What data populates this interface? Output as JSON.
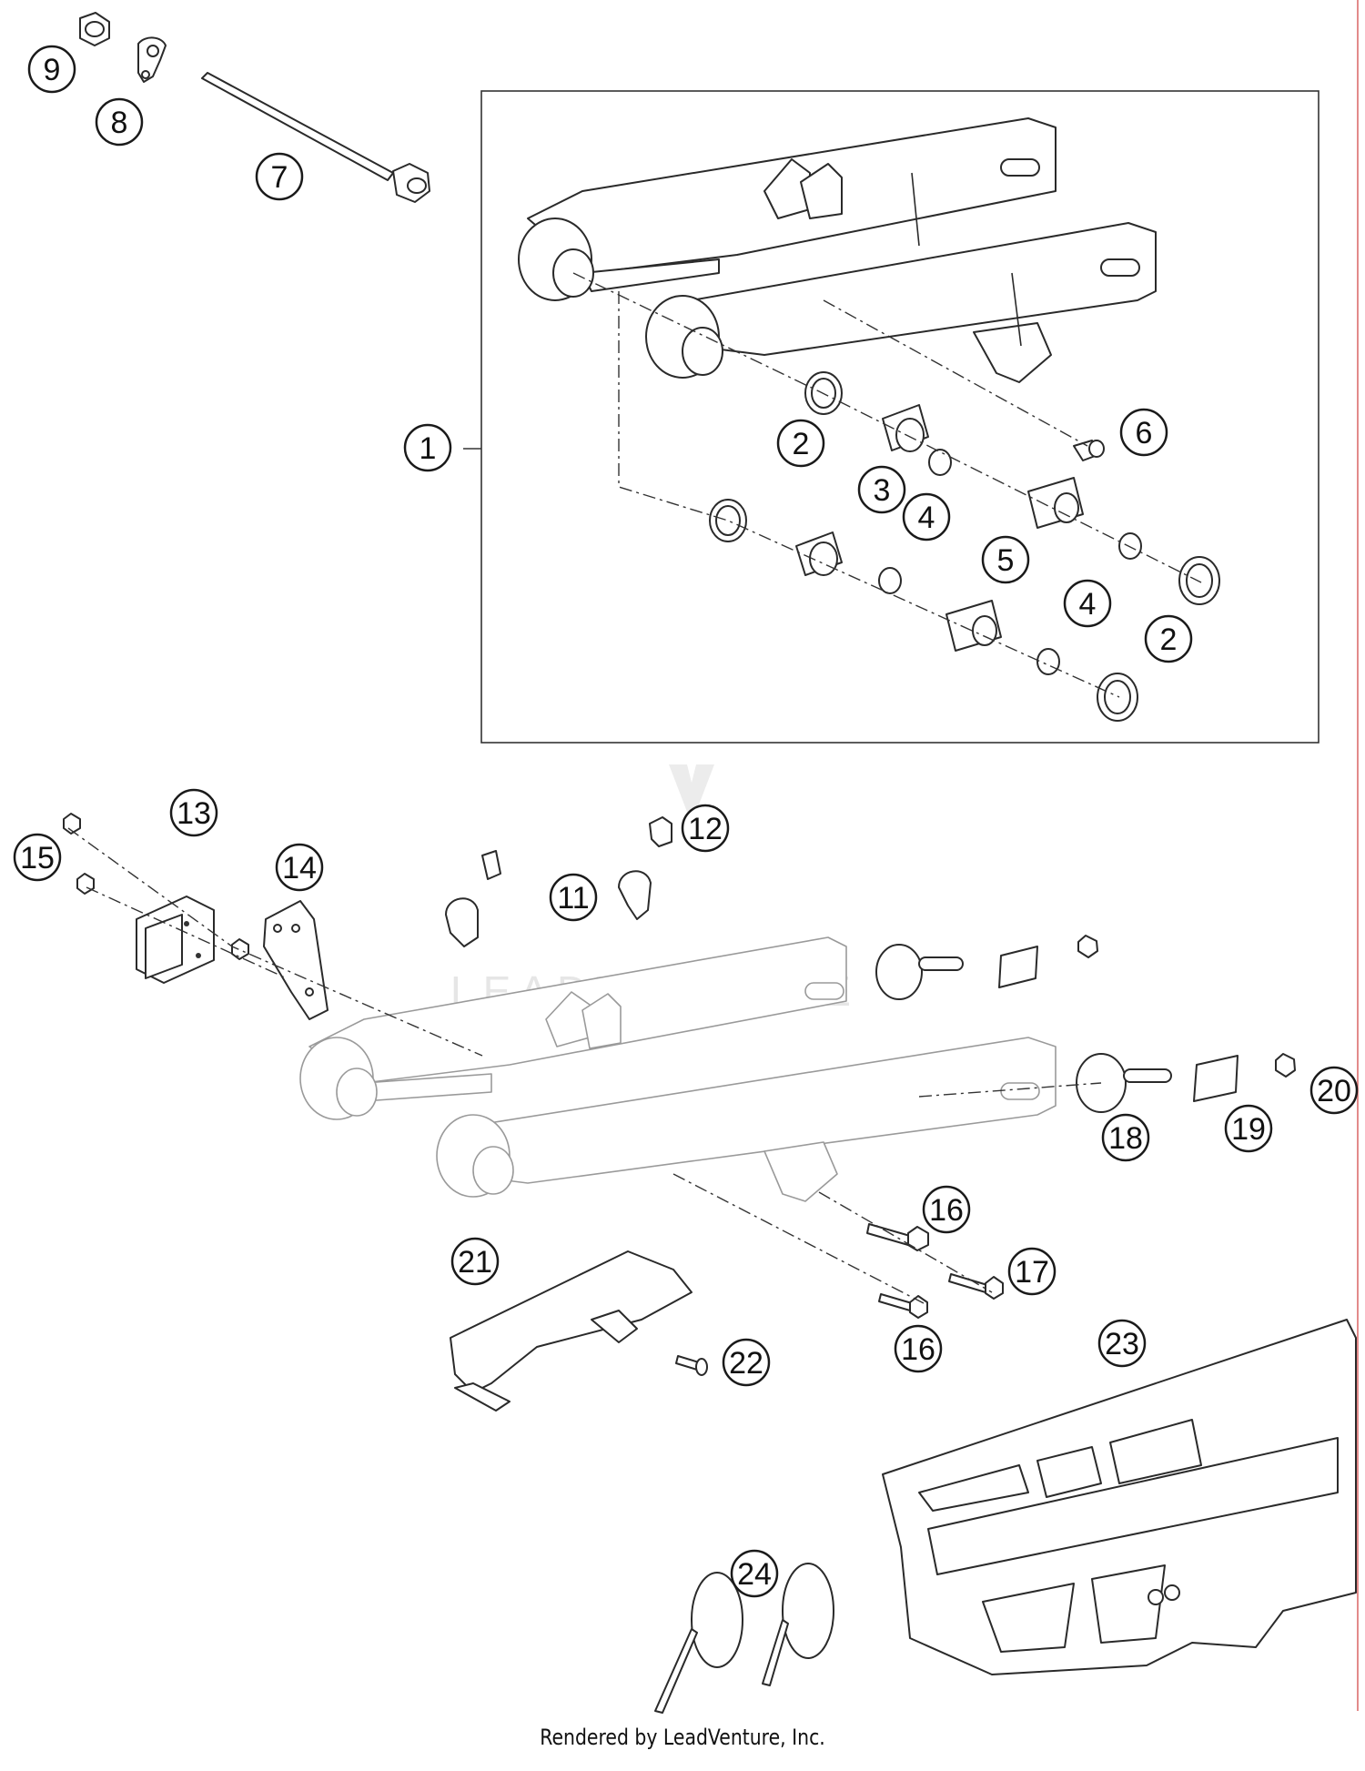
{
  "diagram": {
    "callouts": [
      {
        "id": "c9",
        "label": "9"
      },
      {
        "id": "c8",
        "label": "8"
      },
      {
        "id": "c7",
        "label": "7"
      },
      {
        "id": "c1",
        "label": "1"
      },
      {
        "id": "c6",
        "label": "6"
      },
      {
        "id": "c2a",
        "label": "2"
      },
      {
        "id": "c3",
        "label": "3"
      },
      {
        "id": "c4a",
        "label": "4"
      },
      {
        "id": "c5",
        "label": "5"
      },
      {
        "id": "c4b",
        "label": "4"
      },
      {
        "id": "c2b",
        "label": "2"
      },
      {
        "id": "c13",
        "label": "13"
      },
      {
        "id": "c15",
        "label": "15"
      },
      {
        "id": "c14",
        "label": "14"
      },
      {
        "id": "c12",
        "label": "12"
      },
      {
        "id": "c11",
        "label": "11"
      },
      {
        "id": "c20",
        "label": "20"
      },
      {
        "id": "c18",
        "label": "18"
      },
      {
        "id": "c19",
        "label": "19"
      },
      {
        "id": "c16a",
        "label": "16"
      },
      {
        "id": "c17",
        "label": "17"
      },
      {
        "id": "c21",
        "label": "21"
      },
      {
        "id": "c22",
        "label": "22"
      },
      {
        "id": "c16b",
        "label": "16"
      },
      {
        "id": "c23",
        "label": "23"
      },
      {
        "id": "c24",
        "label": "24"
      }
    ],
    "watermark_text": "LEADVENTURE"
  },
  "footer": {
    "rendered_by": "Rendered by LeadVenture, Inc."
  },
  "colors": {
    "line": "#2a2a2a",
    "edge_line": "#e38b8b",
    "watermark": "#e6e6e6"
  }
}
